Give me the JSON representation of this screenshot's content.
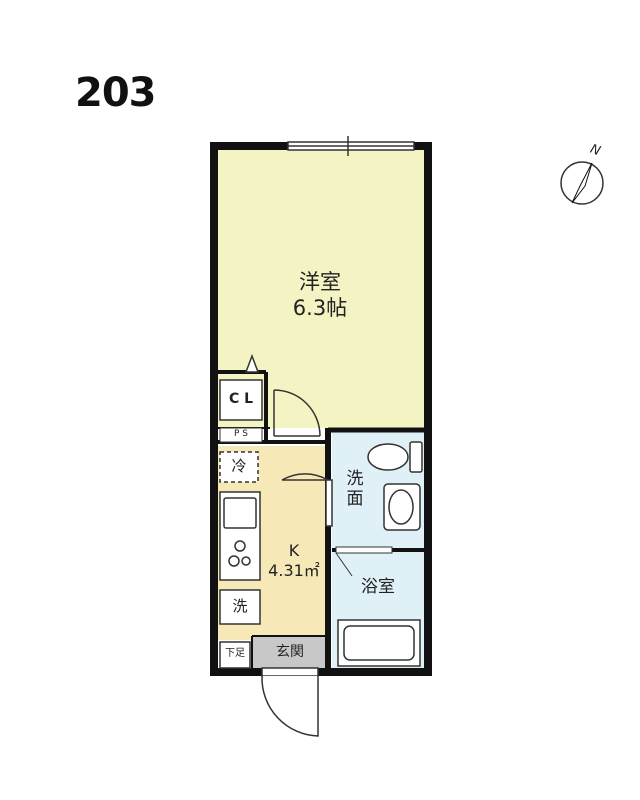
{
  "unit_number": "203",
  "compass": {
    "north_label": "N"
  },
  "rooms": {
    "western_room": {
      "name": "洋室",
      "size": "6.3帖"
    },
    "kitchen": {
      "name": "K",
      "size": "4.31㎡"
    },
    "washroom": {
      "name_line1": "洗",
      "name_line2": "面"
    },
    "bathroom": {
      "name": "浴室"
    },
    "entrance": {
      "name": "玄関"
    }
  },
  "fixtures": {
    "closet": "C L",
    "pipe_space": "P S",
    "fridge": "冷",
    "washer": "洗",
    "shoe_box": "下足"
  },
  "colors": {
    "western_room_fill": "#f3f3c4",
    "kitchen_fill": "#f7e8b8",
    "water_area_fill": "#dff0f7",
    "entrance_fill": "#c8c8c8",
    "wall": "#111111"
  }
}
